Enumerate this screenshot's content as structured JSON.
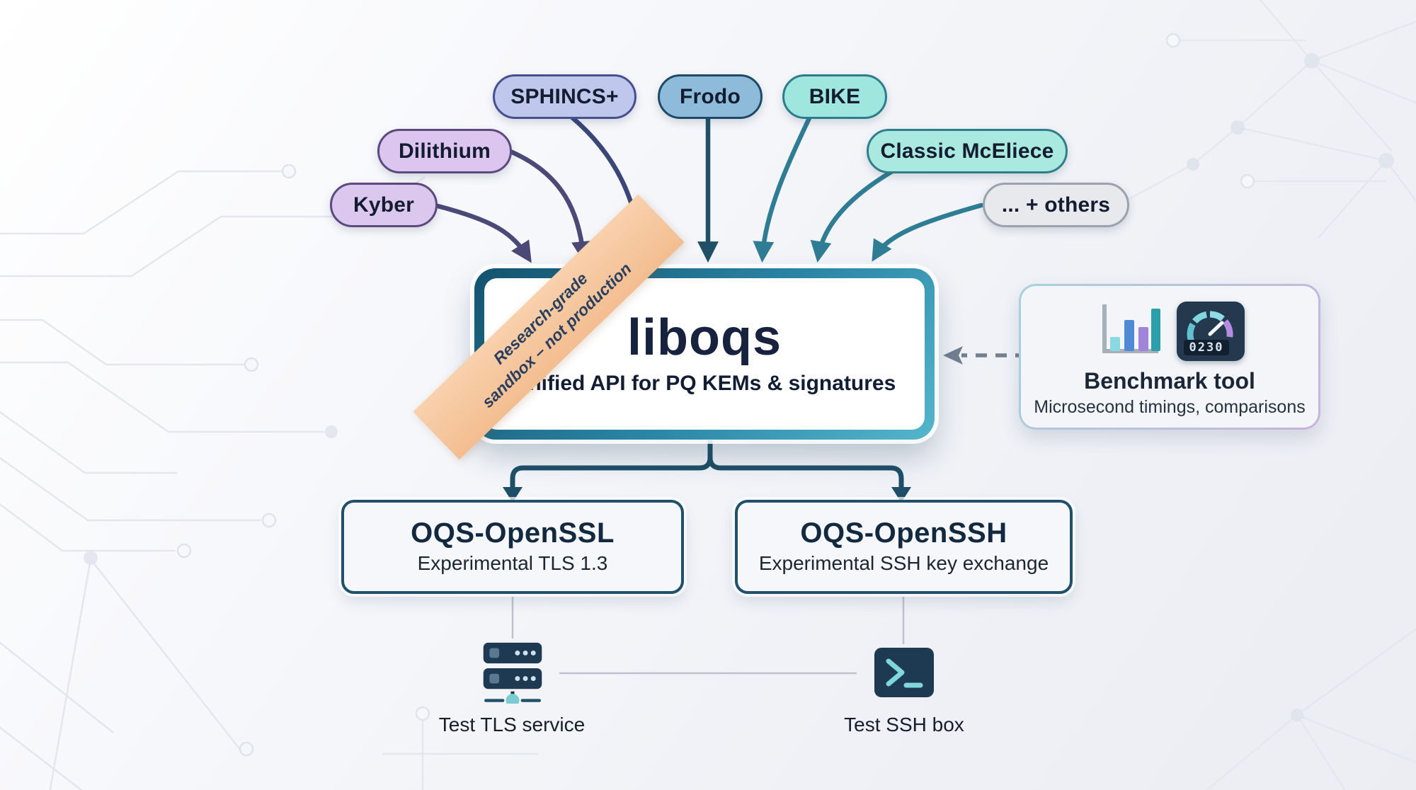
{
  "algorithm_pills": [
    {
      "label": "Kyber",
      "fill": "#dcc7ee",
      "border": "#5b4a7d"
    },
    {
      "label": "Dilithium",
      "fill": "#dcc5ef",
      "border": "#5b4a7d"
    },
    {
      "label": "SPHINCS+",
      "fill": "#bfc7ed",
      "border": "#45508f"
    },
    {
      "label": "Frodo",
      "fill": "#8fbbdb",
      "border": "#1d4a66"
    },
    {
      "label": "BIKE",
      "fill": "#9fe6df",
      "border": "#2a7e8c"
    },
    {
      "label": "Classic McEliece",
      "fill": "#a9e9df",
      "border": "#2f7f8a"
    },
    {
      "label": "... + others",
      "fill": "#e7e9ed",
      "border": "#9aa2ad"
    }
  ],
  "liboqs": {
    "title": "liboqs",
    "subtitle": "Unified API for PQ KEMs & signatures",
    "ribbon_line1": "Research-grade",
    "ribbon_line2": "sandbox – not production"
  },
  "benchmark": {
    "title": "Benchmark tool",
    "subtitle": "Microsecond timings, comparisons",
    "gauge_value": "0230"
  },
  "integrations": [
    {
      "title": "OQS-OpenSSL",
      "subtitle": "Experimental TLS 1.3"
    },
    {
      "title": "OQS-OpenSSH",
      "subtitle": "Experimental SSH key exchange"
    }
  ],
  "endpoints": [
    {
      "label": "Test TLS service",
      "icon": "server-icon"
    },
    {
      "label": "Test SSH box",
      "icon": "terminal-icon"
    }
  ],
  "colors": {
    "arrow_purple": "#4c4877",
    "arrow_navy": "#3a4677",
    "arrow_dark_teal": "#1f5068",
    "arrow_teal": "#2e7d94",
    "connector": "#1f4f68",
    "dashed_arrow": "#72808f",
    "ribbon": "#f5c79f",
    "teal_frame": "#2b87a6"
  }
}
